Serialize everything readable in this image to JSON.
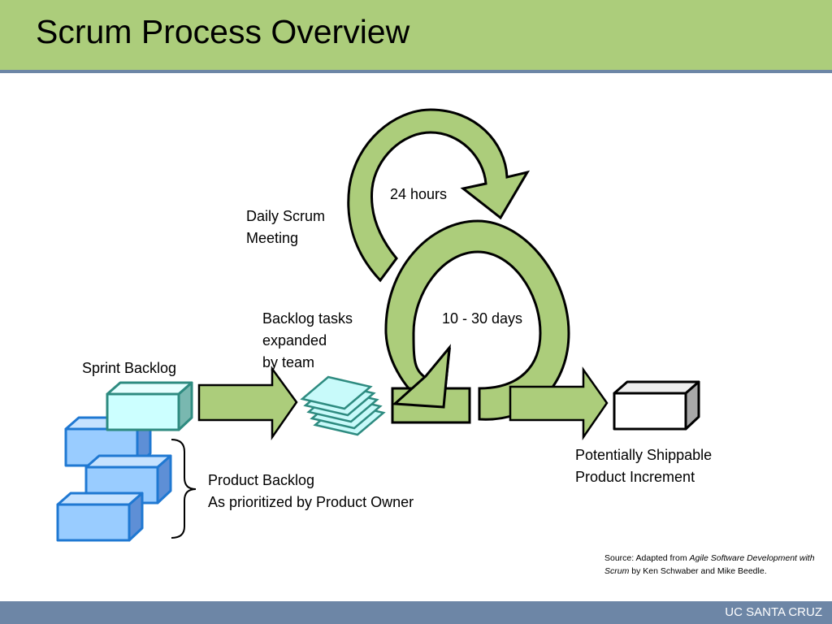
{
  "header": {
    "title": "Scrum Process Overview"
  },
  "footer": {
    "label": "UC SANTA CRUZ"
  },
  "diagram": {
    "daily_cycle_label": "24 hours",
    "sprint_cycle_label": "10 - 30 days",
    "daily_scrum": [
      "Daily Scrum",
      "Meeting"
    ],
    "backlog_tasks": [
      "Backlog tasks",
      "expanded",
      "by team"
    ],
    "sprint_backlog": "Sprint Backlog",
    "product_backlog": [
      "Product Backlog",
      "As prioritized by Product Owner"
    ],
    "increment": [
      "Potentially Shippable",
      "Product Increment"
    ]
  },
  "source": {
    "prefix": "Source: Adapted from ",
    "book": "Agile Software Development with Scrum",
    "suffix": " by Ken Schwaber and Mike Beedle."
  },
  "colors": {
    "header_bg": "#accd7b",
    "header_rule": "#6d86a6",
    "footer_bg": "#6d86a6",
    "arrow_green": "#accd7b",
    "block_blue": "#99ccff",
    "block_blue_border": "#1f78d2",
    "sprint_block": "#ccffff",
    "sprint_block_border": "#2e8b80",
    "task_card": "#c8fafa"
  }
}
